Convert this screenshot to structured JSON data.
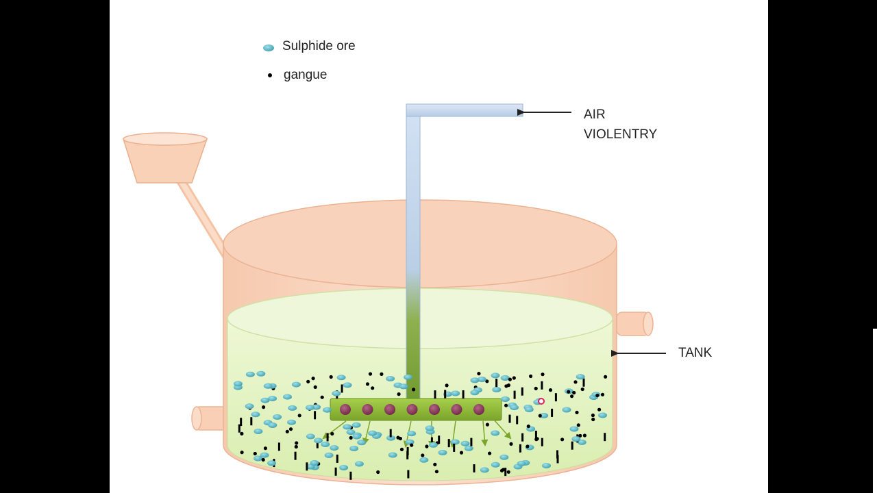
{
  "legend": {
    "items": [
      {
        "key": "ore",
        "label": "Sulphide ore",
        "color": "#5cb8c4"
      },
      {
        "key": "gangue",
        "label": "gangue",
        "color": "#000000"
      }
    ]
  },
  "labels": {
    "air_line1": "AIR",
    "air_line2": "VIOLENTRY",
    "tank": "TANK"
  },
  "colors": {
    "tank_body": "#f9d5bf",
    "tank_rim": "#f5c7aa",
    "liquid": "#e6f4c5",
    "liquid_surface": "#d8efaf",
    "air_pipe_top": "#c8daf0",
    "air_pipe_bottom": "#6f9a2e",
    "stirrer_bar": "#8eb836",
    "stirrer_hole": "#8a3a5a",
    "ore_particle": "#5cb8c4",
    "gangue_particle": "#000000",
    "bubble_highlight": "#e0205a"
  }
}
